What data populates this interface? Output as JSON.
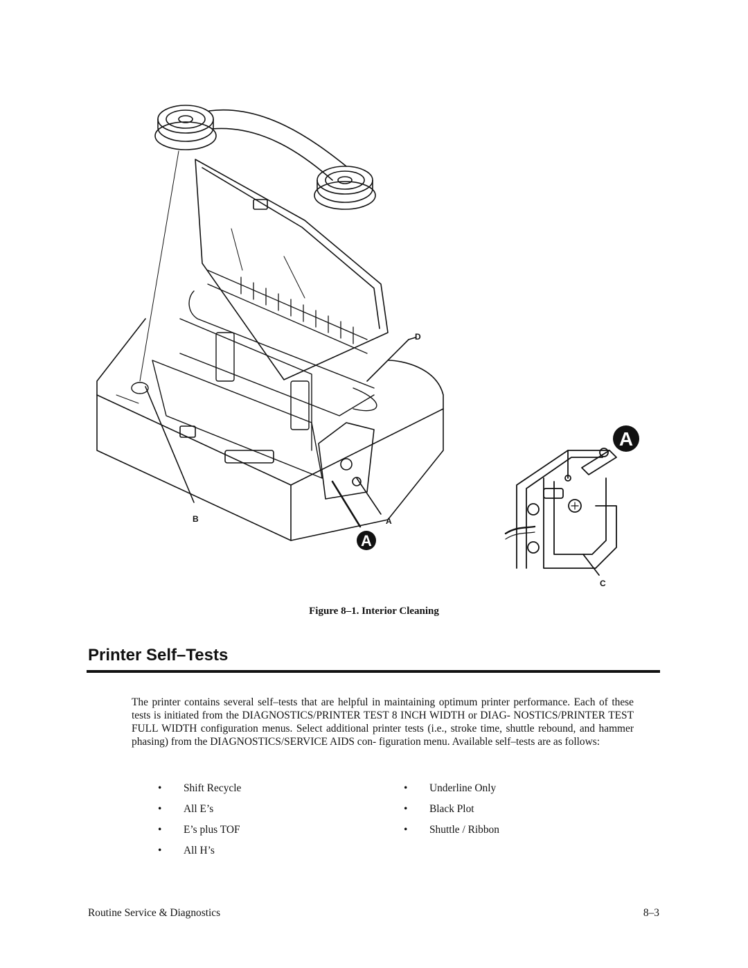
{
  "figure": {
    "callouts": {
      "a_big_left": "A",
      "a_big_right": "A",
      "a": "A",
      "b": "B",
      "c": "C",
      "d": "D"
    },
    "caption": "Figure 8–1. Interior Cleaning"
  },
  "section": {
    "heading": "Printer Self–Tests",
    "paragraph": "The printer contains several self–tests that are helpful in maintaining optimum printer performance. Each of these tests is initiated from the DIAGNOSTICS/PRINTER TEST 8 INCH WIDTH or DIAG- NOSTICS/PRINTER TEST FULL WIDTH configuration menus. Select additional printer tests (i.e., stroke time, shuttle rebound, and hammer phasing) from the DIAGNOSTICS/SERVICE AIDS con- figuration menu. Available self–tests are as follows:",
    "bullet_glyph": "•",
    "tests_left": [
      "Shift Recycle",
      "All E’s",
      "E’s plus TOF",
      "All H’s"
    ],
    "tests_right": [
      "Underline Only",
      "Black Plot",
      "Shuttle / Ribbon"
    ]
  },
  "footer": {
    "title": "Routine Service & Diagnostics",
    "page": "8–3"
  }
}
